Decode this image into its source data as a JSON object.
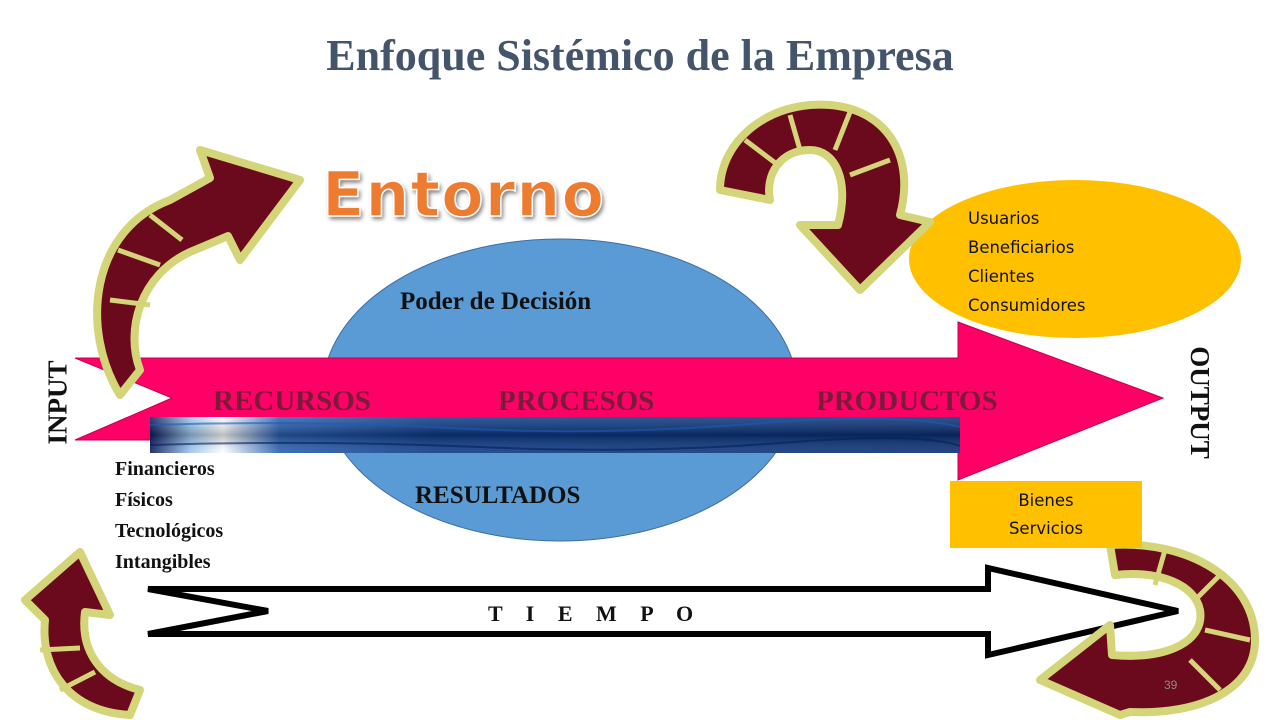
{
  "title": "Enfoque Sistémico de la Empresa",
  "environment_label": "Entorno",
  "center": {
    "top_label": "Poder de Decisión",
    "bottom_label": "RESULTADOS"
  },
  "flow": {
    "input_label": "INPUT",
    "output_label": "OUTPUT",
    "stages": [
      "RECURSOS",
      "PROCESOS",
      "PRODUCTOS"
    ]
  },
  "resources": [
    "Financieros",
    "Físicos",
    "Tecnológicos",
    "Intangibles"
  ],
  "customers": [
    "Usuarios",
    "Beneficiarios",
    "Clientes",
    "Consumidores"
  ],
  "outputs": [
    "Bienes",
    "Servicios"
  ],
  "time_label": "T I E M P O",
  "slide_number": "39",
  "colors": {
    "title": "#44546a",
    "environment_text": "#ee7c30",
    "main_arrow": "#fe0066",
    "circle": "#5b9bd5",
    "customer_ellipse": "#ffc000",
    "output_box": "#ffc000",
    "stage_text": "#7a1b3a",
    "cycle_arrow_fill": "#6b0a1c",
    "cycle_arrow_border": "#d4d479"
  },
  "icons": [
    "curved-arrow-icon"
  ]
}
